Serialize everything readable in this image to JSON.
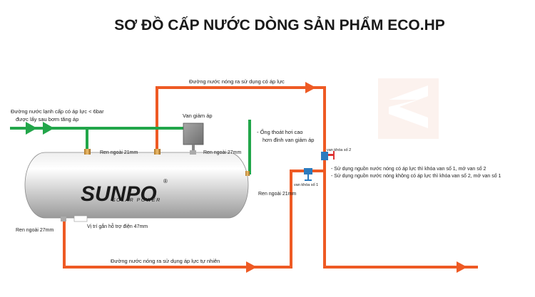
{
  "title": "SƠ ĐỒ CẤP NƯỚC DÒNG SẢN PHẨM ECO.HP",
  "labels": {
    "hot_pressure_line": "Đường nước nóng ra sử dụng  có áp lực",
    "cold_inlet_1": "Đường nước lạnh cấp có áp lực < 6bar",
    "cold_inlet_2": "được lấy sau bơm tăng áp",
    "pressure_valve": "Van giảm áp",
    "vent_pipe_1": "- Ống thoát hơi cao",
    "vent_pipe_2": "hơn đỉnh van giảm áp",
    "thread_21_left": "Ren ngoài 21mm",
    "thread_27_right": "Ren ngoài 27mm",
    "thread_21_outlet": "Ren ngoài 21mm",
    "thread_27_bottom": "Ren ngoài 27mm",
    "heater_position": "Vị trí gắn hỗ trợ điện 47mm",
    "valve_1": "van khóa số 1",
    "valve_2": "van khóa số 2",
    "note_1": "- Sử dụng nguồn nước nóng có áp lực thì khóa van số 1, mở van số 2",
    "note_2": "- Sử dụng nguồn nước nóng không có áp lực thì khóa van số 2, mở van số 1",
    "natural_line": "Đường nước nóng ra sử dụng áp lực tự nhiên"
  },
  "brand": {
    "logo": "SUNPO",
    "registered": "®",
    "tagline": "SOLAR POWER"
  },
  "colors": {
    "hot_pipe": "#ee5a24",
    "cold_pipe": "#22a64a",
    "tank": "#c9c9c9",
    "valve": "#2c7bbf",
    "logo_green": "#2e9a3b"
  }
}
